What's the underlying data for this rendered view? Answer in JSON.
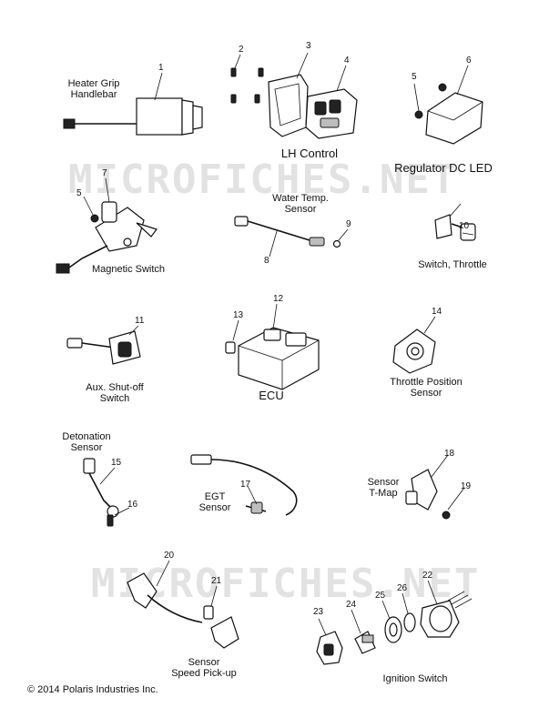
{
  "watermark": "MICROFICHES.NET",
  "copyright": "2014 Polaris Industries Inc.",
  "copyright_symbol": "©",
  "labels": {
    "heater_grip_1": "Heater Grip",
    "heater_grip_2": "Handlebar",
    "lh_control": "LH Control",
    "regulator": "Regulator DC LED",
    "water_temp_1": "Water Temp.",
    "water_temp_2": "Sensor",
    "magnetic_switch": "Magnetic Switch",
    "switch_throttle": "Switch, Throttle",
    "aux_shutoff_1": "Aux. Shut-off",
    "aux_shutoff_2": "Switch",
    "ecu": "ECU",
    "throttle_pos_1": "Throttle Position",
    "throttle_pos_2": "Sensor",
    "detonation_1": "Detonation",
    "detonation_2": "Sensor",
    "egt_1": "EGT",
    "egt_2": "Sensor",
    "tmap_1": "Sensor",
    "tmap_2": "T-Map",
    "speed_1": "Sensor",
    "speed_2": "Speed Pick-up",
    "ignition": "Ignition Switch"
  },
  "part_numbers": {
    "n1": "1",
    "n2": "2",
    "n3": "3",
    "n4": "4",
    "n5a": "5",
    "n5b": "5",
    "n6": "6",
    "n7": "7",
    "n8": "8",
    "n9": "9",
    "n10": "10",
    "n11": "11",
    "n12": "12",
    "n13": "13",
    "n14": "14",
    "n15": "15",
    "n16": "16",
    "n17": "17",
    "n18": "18",
    "n19": "19",
    "n20": "20",
    "n21": "21",
    "n22": "22",
    "n23": "23",
    "n24": "24",
    "n25": "25",
    "n26": "26"
  }
}
